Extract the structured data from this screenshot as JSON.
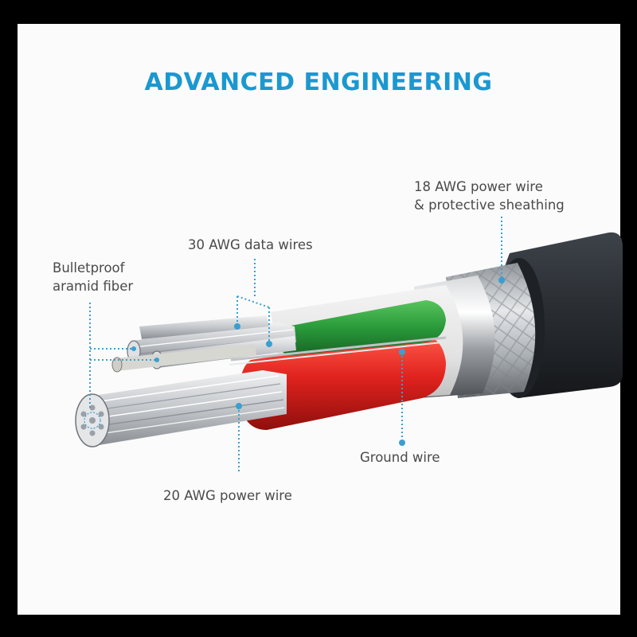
{
  "title": "ADVANCED ENGINEERING",
  "labels": {
    "power18": [
      "18 AWG power wire",
      "& protective sheathing"
    ],
    "data30": "30 AWG data wires",
    "aramid": [
      "Bulletproof",
      "aramid fiber"
    ],
    "ground": "Ground wire",
    "power20": "20 AWG power wire"
  },
  "colors": {
    "title": "#1b98d0",
    "leader": "#3a9fd0",
    "jacket": "#2a2e33",
    "green_insulation": "#2a9a3a",
    "red_insulation": "#e0221e",
    "copper_strands": "#c9ccd0"
  }
}
